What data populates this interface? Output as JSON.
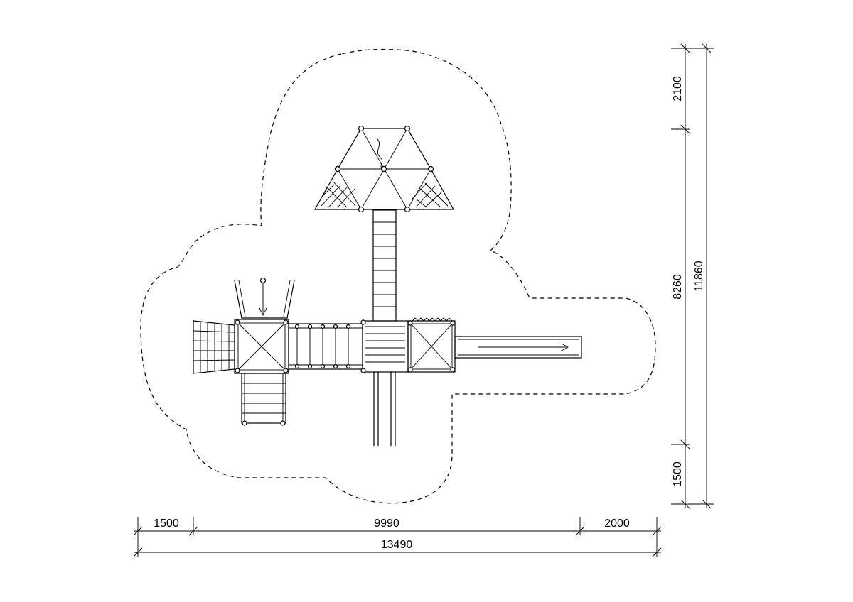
{
  "dimensions": {
    "bottom": {
      "left_offset": "1500",
      "span": "9990",
      "right_offset": "2000",
      "total": "13490"
    },
    "right": {
      "top_offset": "2100",
      "span": "8260",
      "bottom_offset": "1500",
      "total": "11860"
    }
  }
}
